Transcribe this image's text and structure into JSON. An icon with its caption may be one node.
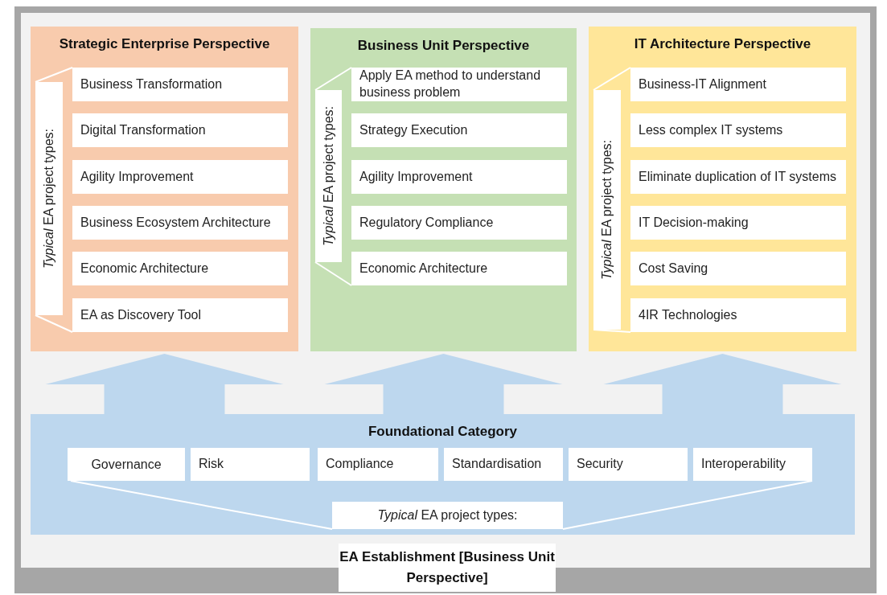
{
  "diagram": {
    "nodes": [
      {
        "text": [
          "EA Establishment [Business Unit Perspective]"
        ]
      },
      {
        "text": [
          "Strategic Enterprise Perspective"
        ],
        "in": 0
      },
      {
        "text": [
          "*Typical* EA project types:"
        ],
        "in": 1
      },
      {
        "text": [
          "Business Transformation"
        ],
        "in": 1
      },
      {
        "text": [
          "Digital Transformation"
        ],
        "in": 1
      },
      {
        "text": [
          "Agility Improvement"
        ],
        "in": 1
      },
      {
        "text": [
          "Business Ecosystem Architecture"
        ],
        "in": 1
      },
      {
        "text": [
          "Economic Architecture"
        ],
        "in": 1
      },
      {
        "text": [
          "EA as Discovery Tool"
        ],
        "in": 1
      },
      {
        "text": [
          "Business Unit Perspective"
        ],
        "in": 0
      },
      {
        "text": [
          "*Typical* EA project types:"
        ],
        "in": 9
      },
      {
        "text": [
          "Apply EA method to understand business problem"
        ],
        "in": 9
      },
      {
        "text": [
          "Strategy Execution"
        ],
        "in": 9
      },
      {
        "text": [
          "Agility Improvement"
        ],
        "in": 9
      },
      {
        "text": [
          "Regulatory Compliance"
        ],
        "in": 9
      },
      {
        "text": [
          "Economic Architecture"
        ],
        "in": 9
      },
      {
        "text": [
          "IT Architecture Perspective"
        ],
        "in": 0
      },
      {
        "text": [
          "*Typical* EA project types:"
        ],
        "in": 16
      },
      {
        "text": [
          "Business-IT Alignment"
        ],
        "in": 16
      },
      {
        "text": [
          "Less complex IT systems"
        ],
        "in": 16
      },
      {
        "text": [
          "Eliminate duplication of IT systems"
        ],
        "in": 16
      },
      {
        "text": [
          "IT Decision-making"
        ],
        "in": 16
      },
      {
        "text": [
          "Cost Saving"
        ],
        "in": 16
      },
      {
        "text": [
          "4IR Technologies"
        ],
        "in": 16
      },
      {
        "text": [
          "Foundational Category"
        ],
        "in": 0
      },
      {
        "text": [
          "Governance"
        ],
        "in": 24
      },
      {
        "text": [
          "Risk"
        ],
        "in": 24
      },
      {
        "text": [
          "Compliance"
        ],
        "in": 24
      },
      {
        "text": [
          "Standardisation"
        ],
        "in": 24
      },
      {
        "text": [
          "Security"
        ],
        "in": 24
      },
      {
        "text": [
          "Interoperability"
        ],
        "in": 24
      },
      {
        "text": [
          "*Typical* EA project types:"
        ],
        "in": 24
      }
    ],
    "edges": [
      {
        "from": 24,
        "to": 1,
        "arrow": "to",
        "style": "thick"
      },
      {
        "from": 24,
        "to": 9,
        "arrow": "to",
        "style": "thick"
      },
      {
        "from": 24,
        "to": 16,
        "arrow": "to",
        "style": "thick"
      }
    ]
  }
}
